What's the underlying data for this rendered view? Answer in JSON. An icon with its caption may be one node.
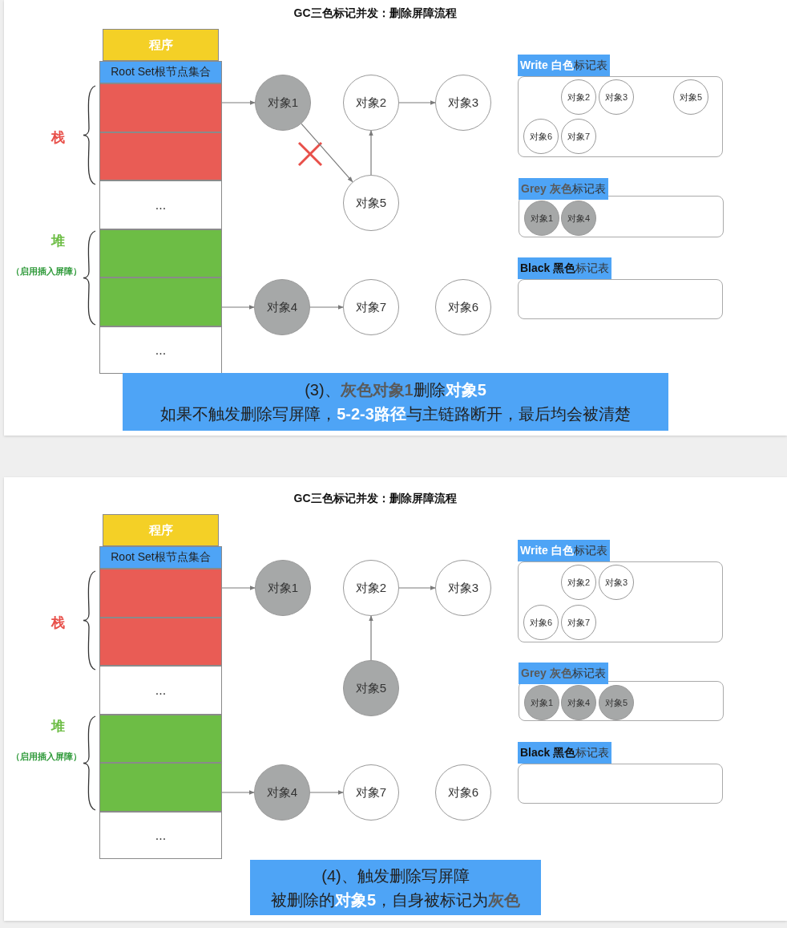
{
  "diagram": {
    "nodes": [
      {
        "text": [
          "程序"
        ]
      },
      {
        "text": [
          "Root Set根节点集合"
        ]
      },
      {
        "text": [],
        "shape": "box"
      },
      {
        "text": [],
        "shape": "box"
      },
      {
        "text": [
          "..."
        ]
      },
      {
        "text": [],
        "shape": "box"
      },
      {
        "text": [],
        "shape": "box"
      },
      {
        "text": [
          "..."
        ]
      },
      {
        "text": [
          "对象1"
        ]
      },
      {
        "text": [
          "对象2"
        ]
      },
      {
        "text": [
          "对象3"
        ]
      },
      {
        "text": [
          "对象5"
        ]
      },
      {
        "text": [
          "对象4"
        ]
      },
      {
        "text": [
          "对象7"
        ]
      },
      {
        "text": [
          "对象6"
        ]
      },
      {
        "text": [
          "**Write 白色**标记表"
        ]
      },
      {
        "text": [
          "对象2"
        ],
        "in": 15
      },
      {
        "text": [
          "对象3"
        ],
        "in": 15
      },
      {
        "text": [
          "对象5"
        ],
        "in": 15
      },
      {
        "text": [
          "对象6"
        ],
        "in": 15
      },
      {
        "text": [
          "对象7"
        ],
        "in": 15
      },
      {
        "text": [
          "**Grey 灰色**标记表"
        ]
      },
      {
        "text": [
          "对象1"
        ],
        "in": 21
      },
      {
        "text": [
          "对象4"
        ],
        "in": 21
      },
      {
        "text": [
          "**Black 黑色**标记表"
        ]
      },
      {
        "text": [
          "(3)、**灰色对象1**删除**对象5**",
          "如果不触发删除写屏障，**5-2-3路径**与主链路断开，最后均会被清楚"
        ]
      },
      {
        "text": [
          "程序"
        ]
      },
      {
        "text": [
          "Root Set根节点集合"
        ]
      },
      {
        "text": [],
        "shape": "box"
      },
      {
        "text": [],
        "shape": "box"
      },
      {
        "text": [
          "..."
        ]
      },
      {
        "text": [],
        "shape": "box"
      },
      {
        "text": [],
        "shape": "box"
      },
      {
        "text": [
          "..."
        ]
      },
      {
        "text": [
          "对象1"
        ]
      },
      {
        "text": [
          "对象2"
        ]
      },
      {
        "text": [
          "对象3"
        ]
      },
      {
        "text": [
          "对象5"
        ]
      },
      {
        "text": [
          "对象4"
        ]
      },
      {
        "text": [
          "对象7"
        ]
      },
      {
        "text": [
          "对象6"
        ]
      },
      {
        "text": [
          "**Write 白色**标记表"
        ]
      },
      {
        "text": [
          "对象2"
        ],
        "in": 41
      },
      {
        "text": [
          "对象3"
        ],
        "in": 41
      },
      {
        "text": [
          "对象6"
        ],
        "in": 41
      },
      {
        "text": [
          "对象7"
        ],
        "in": 41
      },
      {
        "text": [
          "**Grey 灰色**标记表"
        ]
      },
      {
        "text": [
          "对象1"
        ],
        "in": 46
      },
      {
        "text": [
          "对象4"
        ],
        "in": 46
      },
      {
        "text": [
          "对象5"
        ],
        "in": 46
      },
      {
        "text": [
          "**Black 黑色**标记表"
        ]
      },
      {
        "text": [
          "(4)、触发删除写屏障",
          "被删除的**对象5**，自身被标记为**灰色**"
        ]
      }
    ],
    "edges": [
      {
        "from": 2,
        "to": 8,
        "arrow": "to"
      },
      {
        "from": 8,
        "to": 11,
        "arrow": "to"
      },
      {
        "from": 11,
        "to": 9,
        "arrow": "to"
      },
      {
        "from": 9,
        "to": 10,
        "arrow": "to"
      },
      {
        "from": 6,
        "to": 12,
        "arrow": "to"
      },
      {
        "from": 12,
        "to": 13,
        "arrow": "to"
      },
      {
        "from": 28,
        "to": 34,
        "arrow": "to"
      },
      {
        "from": 37,
        "to": 35,
        "arrow": "to"
      },
      {
        "from": 35,
        "to": 36,
        "arrow": "to"
      },
      {
        "from": 32,
        "to": 38,
        "arrow": "to"
      },
      {
        "from": 38,
        "to": 39,
        "arrow": "to"
      }
    ],
    "labels": [
      "GC三色标记并发：删除屏障流程",
      "栈",
      "堆",
      "（启用插入屏障）",
      "GC三色标记并发：删除屏障流程",
      "栈",
      "堆",
      "（启用插入屏障）"
    ]
  }
}
